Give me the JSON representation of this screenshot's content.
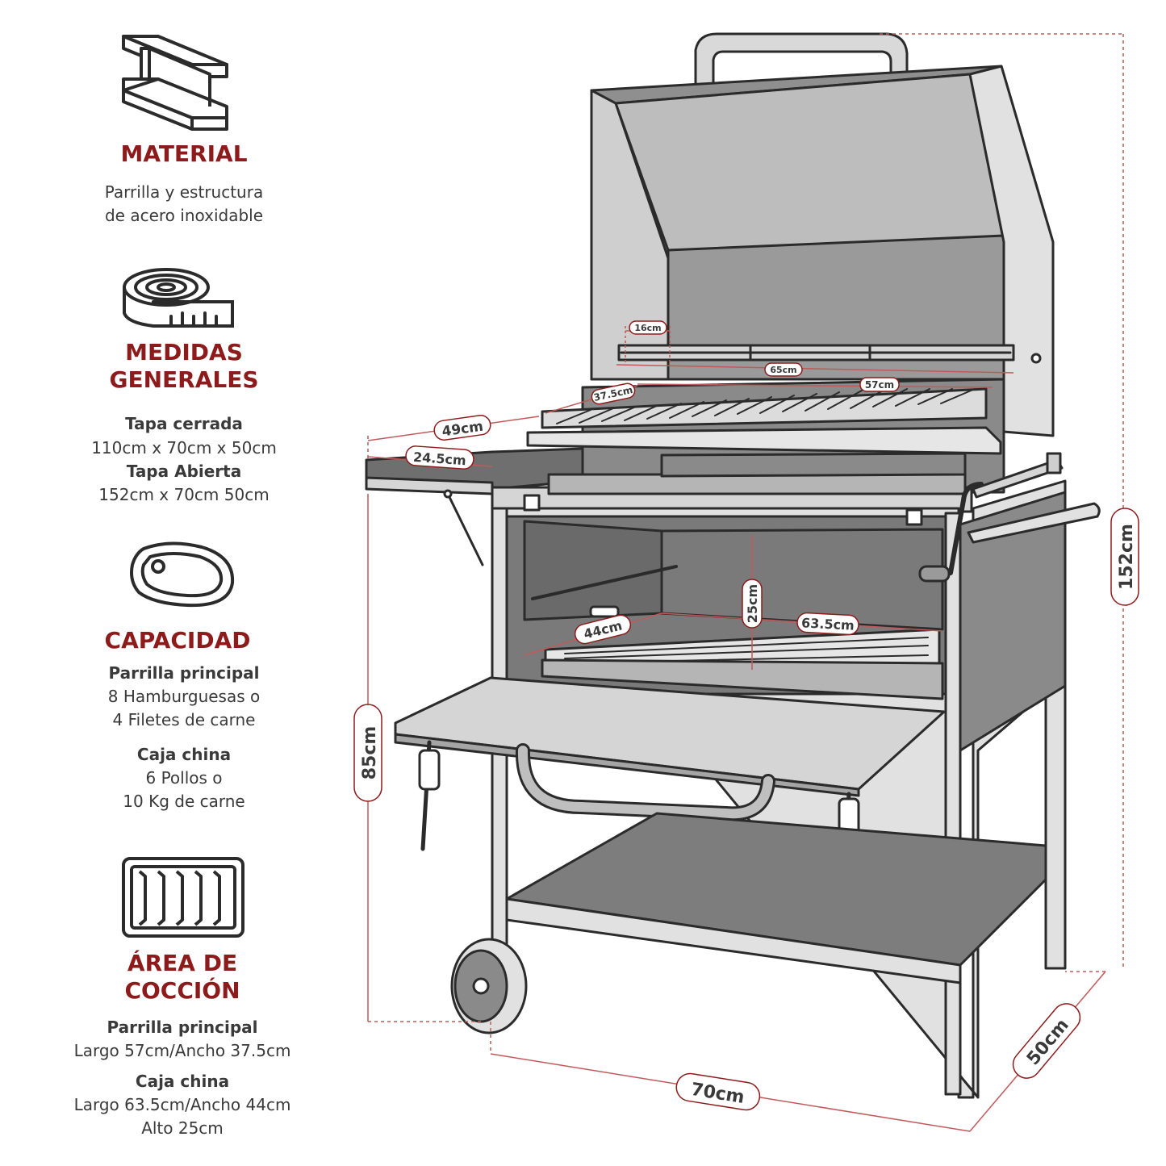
{
  "colors": {
    "accent": "#8e1b1b",
    "dim_line": "#c05a5a",
    "text": "#3a3a3a",
    "outline": "#2b2b2b",
    "dark_fill": "#6f6f6f",
    "mid_fill": "#9d9d9d",
    "light_fill": "#cfcfcf"
  },
  "icons": {
    "material": "steel-beam-icon",
    "medidas": "measuring-tape-icon",
    "capacidad": "steak-icon",
    "area": "cooking-grate-icon"
  },
  "material": {
    "title": "MATERIAL",
    "line1": "Parrilla y estructura",
    "line2": "de acero inoxidable"
  },
  "medidas": {
    "title_line1": "MEDIDAS",
    "title_line2": "GENERALES",
    "closed_label": "Tapa cerrada",
    "closed_value": "110cm x 70cm x 50cm",
    "open_label": "Tapa Abierta",
    "open_value": "152cm x 70cm 50cm"
  },
  "capacidad": {
    "title": "CAPACIDAD",
    "main_label": "Parrilla principal",
    "main_line1": "8 Hamburguesas o",
    "main_line2": "4 Filetes de carne",
    "box_label": "Caja china",
    "box_line1": "6 Pollos o",
    "box_line2": "10 Kg de carne"
  },
  "area": {
    "title_line1": "ÁREA DE",
    "title_line2": "COCCIÓN",
    "main_label": "Parrilla principal",
    "main_value": "Largo 57cm/Ancho 37.5cm",
    "box_label": "Caja china",
    "box_value1": "Largo 63.5cm/Ancho 44cm",
    "box_value2": "Alto 25cm"
  },
  "dimensions": {
    "d16": "16cm",
    "d65": "65cm",
    "d57": "57cm",
    "d375": "37.5cm",
    "d49": "49cm",
    "d245": "24.5cm",
    "d25": "25cm",
    "d635": "63.5cm",
    "d44": "44cm",
    "d85": "85cm",
    "d152": "152cm",
    "d70": "70cm",
    "d50": "50cm"
  }
}
